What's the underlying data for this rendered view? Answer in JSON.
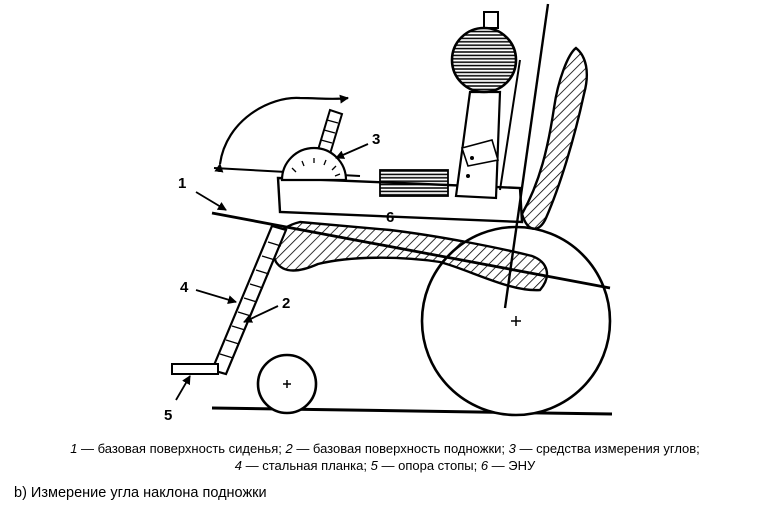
{
  "labels": {
    "l1": "1",
    "l2": "2",
    "l3": "3",
    "l4": "4",
    "l5": "5",
    "l6": "6"
  },
  "legend": {
    "line1": [
      {
        "num": "1",
        "text": " — базовая поверхность сиденья; "
      },
      {
        "num": "2",
        "text": " — базовая поверхность подножки; "
      },
      {
        "num": "3",
        "text": " — средства измерения углов;"
      }
    ],
    "line2": [
      {
        "num": "4",
        "text": " — стальная планка; "
      },
      {
        "num": "5",
        "text": " — опора стопы; "
      },
      {
        "num": "6",
        "text": " — ЭНУ"
      }
    ]
  },
  "subtitle": "b) Измерение угла наклона подножки"
}
